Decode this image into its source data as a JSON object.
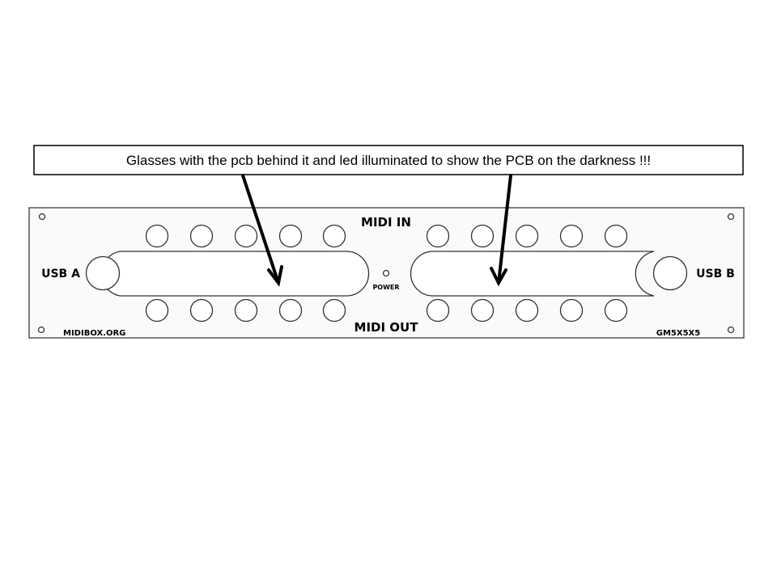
{
  "callout": {
    "text": "Glasses with the pcb behind it and led illuminated to show the PCB on the darkness !!!"
  },
  "panel": {
    "midi_in": "MIDI IN",
    "midi_out": "MIDI OUT",
    "usb_a": "USB A",
    "usb_b": "USB B",
    "power": "POWER",
    "website": "MIDIBOX.ORG",
    "model": "GM5X5X5"
  },
  "colors": {
    "panel_fill": "#fafafc",
    "outline": "#333333"
  }
}
